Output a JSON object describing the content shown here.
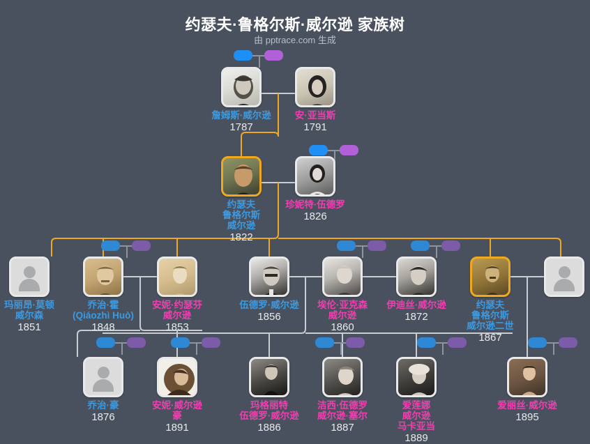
{
  "header": {
    "title": "约瑟夫·鲁格尔斯·威尔逊 家族树",
    "subtitle": "由 pptrace.com 生成"
  },
  "colors": {
    "background": "#4a515e",
    "male_name": "#3b9ae1",
    "female_name": "#ef3fb0",
    "year": "#e9eaec",
    "highlight_border": "#f0a81e",
    "descendant_link": "#f0a81e",
    "spouse_link": "#c9ccd1",
    "badge_blue": "#2f88d4",
    "badge_purple": "#7c5ba8",
    "badge_blue_bright": "#1f8ff5",
    "badge_purple_bright": "#b160d8"
  },
  "people": [
    {
      "id": "james",
      "name": "詹姆斯·威尔逊",
      "year": "1787",
      "sex": "male",
      "photo": true,
      "highlight": false
    },
    {
      "id": "ann",
      "name": "安·亚当斯",
      "year": "1791",
      "sex": "female",
      "photo": true,
      "highlight": false
    },
    {
      "id": "joseph",
      "name": "约瑟夫\n鲁格尔斯\n威尔逊",
      "year": "1822",
      "sex": "male",
      "photo": true,
      "highlight": true
    },
    {
      "id": "janet",
      "name": "珍妮特·伍德罗",
      "year": "1826",
      "sex": "female",
      "photo": true,
      "highlight": false
    },
    {
      "id": "marion_w",
      "name": "玛丽昂·莫顿\n威尔森",
      "year": "1851",
      "sex": "male",
      "photo": false,
      "highlight": false
    },
    {
      "id": "george_howe",
      "name": "乔治·霍\n(Qiáozhì Huò)",
      "year": "1848",
      "sex": "male",
      "photo": true,
      "highlight": false
    },
    {
      "id": "annie_j",
      "name": "安妮·约瑟芬\n威尔逊",
      "year": "1853",
      "sex": "female",
      "photo": true,
      "highlight": false
    },
    {
      "id": "woodrow",
      "name": "伍德罗·威尔逊",
      "year": "1856",
      "sex": "male",
      "photo": true,
      "highlight": false
    },
    {
      "id": "ellen",
      "name": "埃伦·亚克森\n威尔逊",
      "year": "1860",
      "sex": "female",
      "photo": true,
      "highlight": false
    },
    {
      "id": "edith",
      "name": "伊迪丝·威尔逊",
      "year": "1872",
      "sex": "female",
      "photo": true,
      "highlight": false
    },
    {
      "id": "joseph2",
      "name": "约瑟夫\n鲁格尔斯\n威尔逊二世",
      "year": "1867",
      "sex": "male",
      "photo": true,
      "highlight": true
    },
    {
      "id": "spouse_j2",
      "name": "",
      "year": "",
      "sex": "male",
      "photo": false,
      "highlight": false
    },
    {
      "id": "george_howe_jr",
      "name": "乔治·豪",
      "year": "1876",
      "sex": "male",
      "photo": false,
      "highlight": false
    },
    {
      "id": "annie_howe",
      "name": "安妮·威尔逊\n豪",
      "year": "1891",
      "sex": "female",
      "photo": true,
      "highlight": false
    },
    {
      "id": "margaret",
      "name": "玛格丽特\n伍德罗·威尔逊",
      "year": "1886",
      "sex": "female",
      "photo": true,
      "highlight": false
    },
    {
      "id": "jessie",
      "name": "洁西·伍德罗\n威尔逊·塞尔",
      "year": "1887",
      "sex": "female",
      "photo": true,
      "highlight": false
    },
    {
      "id": "eleanor",
      "name": "爱莲娜\n威尔逊\n马卡亚当",
      "year": "1889",
      "sex": "female",
      "photo": true,
      "highlight": false
    },
    {
      "id": "alice",
      "name": "爱丽丝·威尔逊",
      "year": "1895",
      "sex": "female",
      "photo": true,
      "highlight": false
    }
  ]
}
